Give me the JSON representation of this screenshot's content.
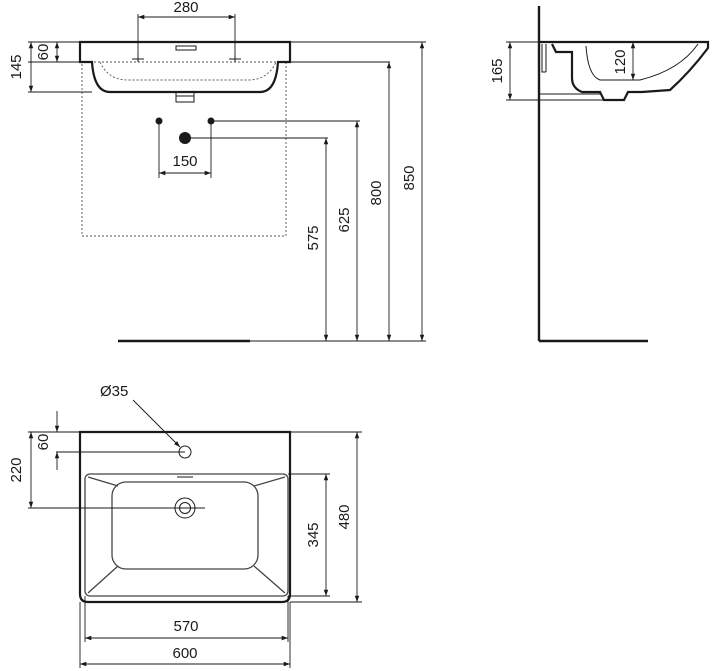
{
  "front_view": {
    "dims": {
      "tap_spacing": "280",
      "basin_height": "145",
      "rim_height": "60",
      "waste_spacing": "150",
      "height_575": "575",
      "height_625": "625",
      "height_800": "800",
      "height_850": "850"
    }
  },
  "side_view": {
    "dims": {
      "depth_165": "165",
      "depth_120": "120"
    }
  },
  "top_view": {
    "dims": {
      "tap_hole_diameter": "Ø35",
      "rim_60": "60",
      "offset_220": "220",
      "bowl_345": "345",
      "depth_480": "480",
      "inner_width_570": "570",
      "width_600": "600"
    }
  }
}
